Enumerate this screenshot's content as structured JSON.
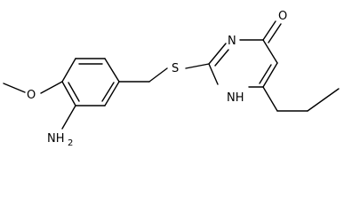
{
  "molecule": {
    "atoms": {
      "oxygen_carbonyl": "O",
      "nitrogen_ring_top": "N",
      "sulfur": "S",
      "nitrogen_ring_nh": "NH",
      "nitrogen_ring_nh_h": "H",
      "nitrogen_ring_nh_n": "N",
      "oxygen_methoxy": "O",
      "amine_group": "NH",
      "amine_subscript": "2"
    }
  }
}
